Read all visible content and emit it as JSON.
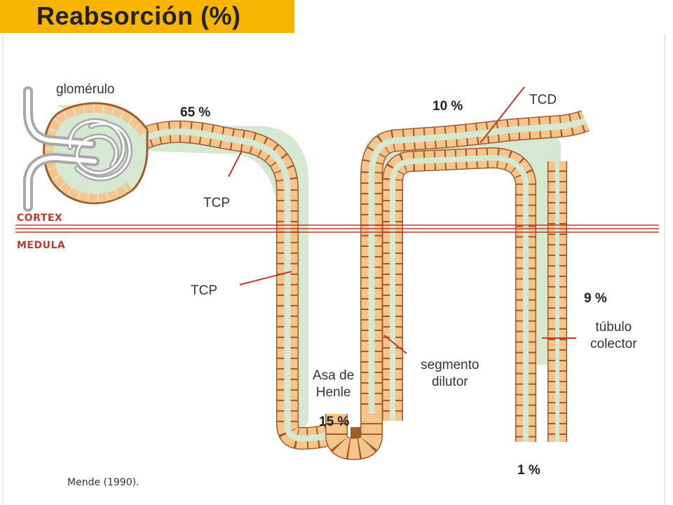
{
  "title": "Reabsorción (%)",
  "labels": {
    "glomerulo": "glomérulo",
    "tcp_upper": "TCP",
    "tcp_lower": "TCP",
    "tcd": "TCD",
    "asa_line1": "Asa de",
    "asa_line2": "Henle",
    "dilutor_line1": "segmento",
    "dilutor_line2": "dilutor",
    "colector_line1": "túbulo",
    "colector_line2": "colector"
  },
  "percentages": {
    "tcp": "65 %",
    "tcd": "10 %",
    "henle": "15 %",
    "colector": "9 %",
    "final": "1 %"
  },
  "zones": {
    "cortex": "CORTEX",
    "medula": "MEDULA"
  },
  "credit": "Mende (1990).",
  "colors": {
    "title_bg": "#f7b500",
    "tubule_cells": "#f6c58c",
    "lumen": "#d4e8d2",
    "boundary": "#c0392b",
    "glomerulus": "#a8a8a8"
  }
}
